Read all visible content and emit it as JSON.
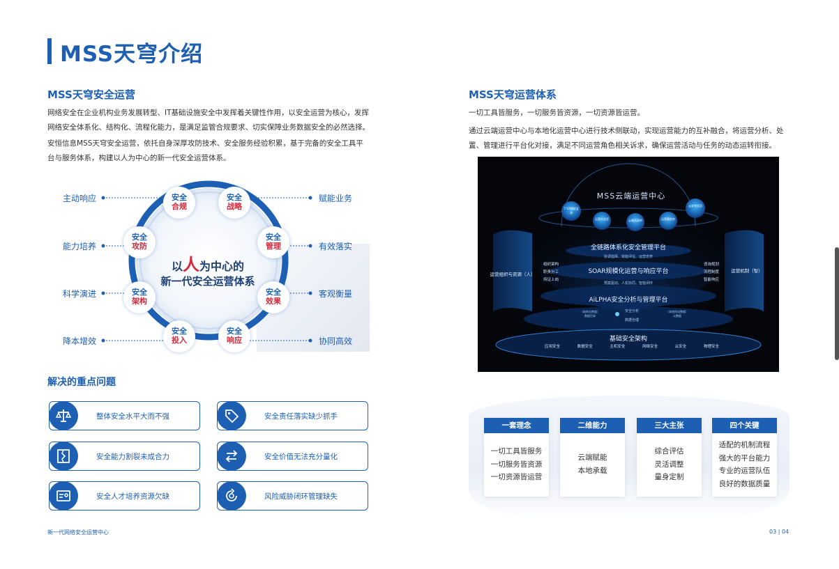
{
  "main_title": "MSS天穹介绍",
  "left": {
    "section1_title": "MSS天穹安全运营",
    "para1": "网络安全在企业机构业务发展转型、IT基础设施安全中发挥着关键性作用，以安全运营为核心，发挥网络安全体系化、结构化、流程化能力，是满足监管合规要求、切实保障业务数据安全的必然选择。",
    "para2": "安恒信息MSS天穹安全运营，依托自身深厚攻防技术、安全服务经验积累，基于完备的安全工具平台与服务体系，构建以人为中心的新一代安全运营体系。",
    "diagram": {
      "center_part1": "以",
      "center_big": "人",
      "center_part2": "为中心的",
      "center_line2": "新一代安全运营体系",
      "left_labels": [
        "主动响应",
        "能力培养",
        "科学演进",
        "降本增效"
      ],
      "right_labels": [
        "赋能业务",
        "有效落实",
        "客观衡量",
        "协同高效"
      ],
      "nodes": [
        {
          "l1": "安全",
          "l2": "合规"
        },
        {
          "l1": "安全",
          "l2": "战略"
        },
        {
          "l1": "安全",
          "l2": "管理"
        },
        {
          "l1": "安全",
          "l2": "效果"
        },
        {
          "l1": "安全",
          "l2": "响应"
        },
        {
          "l1": "安全",
          "l2": "投入"
        },
        {
          "l1": "安全",
          "l2": "架构"
        },
        {
          "l1": "安全",
          "l2": "攻防"
        }
      ]
    },
    "section2_title": "解决的重点问题",
    "problems": [
      {
        "text": "整体安全水平大而不强",
        "icon": "scale-icon"
      },
      {
        "text": "安全责任落实缺少抓手",
        "icon": "tag-icon"
      },
      {
        "text": "安全能力割裂未成合力",
        "icon": "split-icon"
      },
      {
        "text": "安全价值无法充分量化",
        "icon": "arrows-icon"
      },
      {
        "text": "安全人才培养资源欠缺",
        "icon": "id-card-icon"
      },
      {
        "text": "风险威胁闭环管理缺失",
        "icon": "loop-icon"
      }
    ]
  },
  "right": {
    "section_title": "MSS天穹运营体系",
    "para1": "一切工具皆服务，一切服务皆资源，一切资源皆运营。",
    "para2": "通过云端运营中心与本地化运营中心进行技术侧联动，实现运营能力的互补融合，将运营分析、处置、管理进行平台化对接，满足不同运营角色相关诉求，确保运营活动与任务的动态运转衔接。",
    "graphic": {
      "cloud_center": "MSS云端运营中心",
      "bubbles": [
        "7*24威胁监测",
        "运营作战室",
        "云端资源库",
        "运营情报库",
        "云安专家团"
      ],
      "layer1": "全链路体系化安全管理平台",
      "layer1_sub": "协调指挥、效能评估、运营态势",
      "layer2": "SOAR规模化运营与响应平台",
      "layer2_sub": "预案驱动、人机协同、智能闭环",
      "layer3": "AiLPHA安全分析与管理平台",
      "layer3_sub": "数据治理",
      "layer3_center": "安全分析",
      "layer3_left": "（结构化数据）\n数据目录",
      "layer3_right": "（非结构化数据）\n元数据",
      "layer4": "基础安全架构",
      "base_items": [
        "应用安全",
        "数据安全",
        "主机安全",
        "网络安全",
        "云安全",
        "物理安全"
      ],
      "left_panel": "运营组织与资源（人）",
      "left_items": [
        "组织架构",
        "职责分工",
        "持证上岗"
      ],
      "right_panel": "运营机制（智）",
      "right_items": [
        "咨询规划",
        "流程制度",
        "智能响应"
      ]
    },
    "cards": [
      {
        "head": "一套理念",
        "lines": [
          "一切工具皆服务",
          "一切服务皆资源",
          "一切资源皆运营"
        ]
      },
      {
        "head": "二维能力",
        "lines": [
          "云端赋能",
          "本地承载"
        ]
      },
      {
        "head": "三大主张",
        "lines": [
          "综合评估",
          "灵活调整",
          "量身定制"
        ]
      },
      {
        "head": "四个关键",
        "lines": [
          "适配的机制流程",
          "强大的平台能力",
          "专业的运营队伍",
          "良好的数据质量"
        ]
      }
    ]
  },
  "footer": {
    "left": "新一代网络安全运营中心",
    "right": "03 | 04"
  },
  "colors": {
    "brand": "#1d5fb3",
    "accent_red": "#d7283a"
  }
}
